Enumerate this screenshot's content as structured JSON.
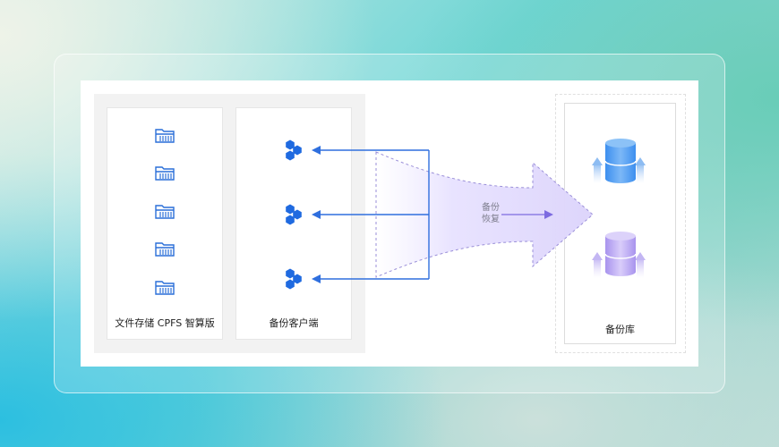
{
  "storage": {
    "label": "文件存储 CPFS 智算版",
    "icon_names": [
      "folder-icon",
      "folder-icon",
      "folder-icon",
      "folder-icon",
      "folder-icon"
    ],
    "icon_color": "#2a6fd8"
  },
  "client": {
    "label": "备份客户端",
    "icon_names": [
      "hexagon-cluster-icon",
      "hexagon-cluster-icon",
      "hexagon-cluster-icon"
    ],
    "icon_color": "#1f6ae0"
  },
  "flow": {
    "backup_label": "备份",
    "restore_label": "恢复",
    "line_color": "#2f6fde",
    "arrow_color": "#8a7ce0"
  },
  "repository": {
    "label": "备份库",
    "cylinders": [
      {
        "name": "blue-cylinder-icon",
        "color": "#5aa0f0"
      },
      {
        "name": "purple-cylinder-icon",
        "color": "#b9a6f0"
      }
    ]
  }
}
